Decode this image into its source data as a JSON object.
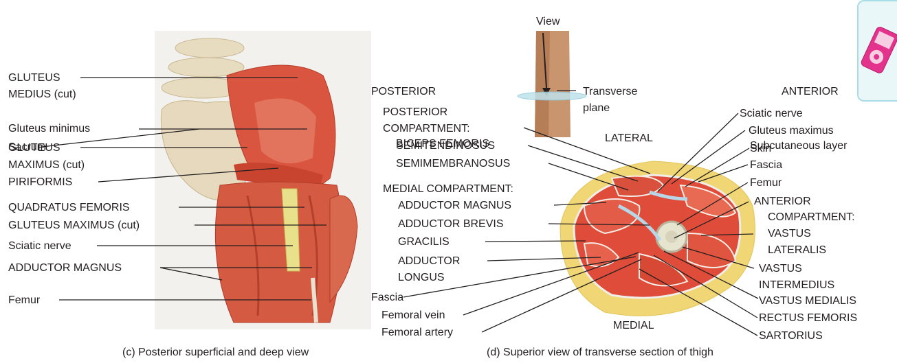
{
  "left_panel": {
    "caption": "(c) Posterior superficial and deep view",
    "labels": [
      "GLUTEUS",
      "MEDIUS (cut)",
      "Gluteus minimus",
      "Sacrum",
      "GLUTEUS",
      "MAXIMUS (cut)",
      "PIRIFORMIS",
      "QUADRATUS FEMORIS",
      "GLUTEUS MAXIMUS (cut)",
      "Sciatic nerve",
      "ADDUCTOR MAGNUS",
      "Femur"
    ]
  },
  "right_panel": {
    "caption": "(d) Superior view of transverse section of thigh",
    "view": "View",
    "transverse_plane": [
      "Transverse",
      "plane"
    ],
    "orientation": {
      "posterior": "POSTERIOR",
      "anterior": "ANTERIOR",
      "lateral": "LATERAL",
      "medial": "MEDIAL"
    },
    "left_labels": [
      "POSTERIOR",
      "COMPARTMENT:",
      "BICEPS FEMORIS",
      "SEMITENDINOSUS",
      "SEMIMEMBRANOSUS",
      "MEDIAL COMPARTMENT:",
      "ADDUCTOR MAGNUS",
      "ADDUCTOR BREVIS",
      "GRACILIS",
      "ADDUCTOR",
      "LONGUS",
      "Fascia",
      "Femoral vein",
      "Femoral artery"
    ],
    "right_labels": [
      "Sciatic nerve",
      "Gluteus maximus",
      "Skin",
      "Subcutaneous layer",
      "Fascia",
      "Femur",
      "ANTERIOR",
      "COMPARTMENT:",
      "VASTUS",
      "LATERALIS",
      "VASTUS",
      "INTERMEDIUS",
      "VASTUS MEDIALIS",
      "RECTUS FEMORIS",
      "SARTORIUS"
    ]
  },
  "badge_icon": "media-player-icon"
}
